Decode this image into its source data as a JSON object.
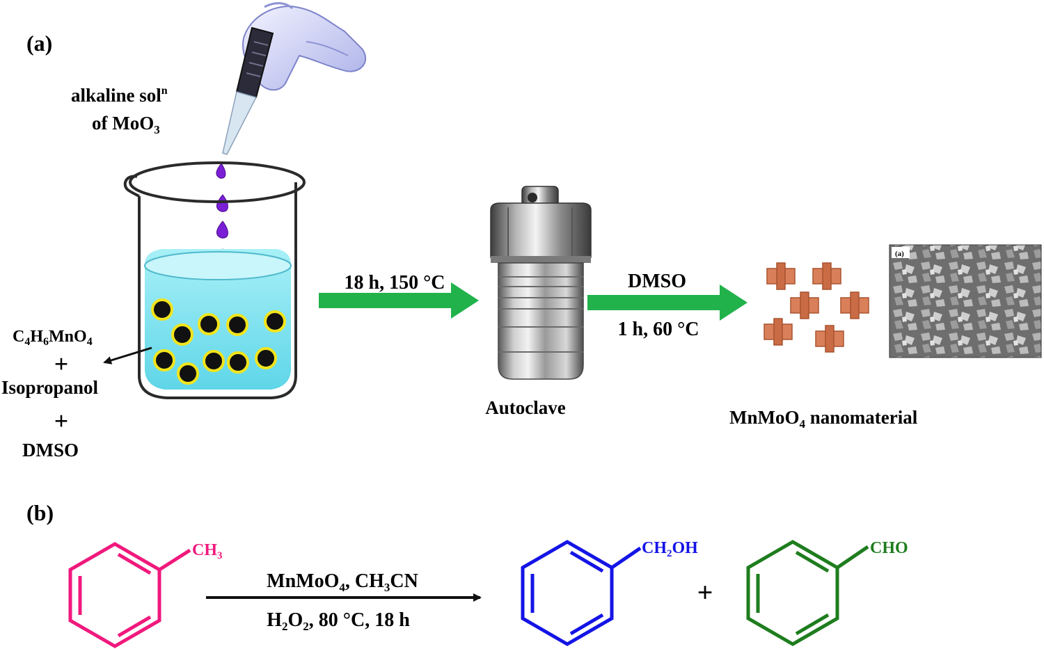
{
  "panel_a": {
    "label": "(a)",
    "solution_line1": "alkaline sol",
    "solution_line1_sup": "n",
    "solution_line2_pre": "of MoO",
    "solution_line2_sub": "3",
    "reagent_1_parts": [
      "C",
      "4",
      "H",
      "6",
      "MnO",
      "4"
    ],
    "plus_1": "+",
    "reagent_2": "Isopropanol",
    "plus_2": "+",
    "reagent_3": "DMSO",
    "step1_condition": "18 h, 150 °C",
    "autoclave_label": "Autoclave",
    "step2_top": "DMSO",
    "step2_bottom": "1 h, 60 °C",
    "product_pre": "MnMoO",
    "product_sub": "4",
    "product_post": " nanomaterial",
    "sem_tag": "(a)"
  },
  "panel_b": {
    "label": "(b)",
    "reactant_group_pre": "CH",
    "reactant_group_sub": "3",
    "top_pre": "MnMoO",
    "top_sub1": "4",
    "top_mid": ", CH",
    "top_sub2": "3",
    "top_post": "CN",
    "bottom_pre": "H",
    "bottom_sub1": "2",
    "bottom_mid": "O",
    "bottom_sub2": "2",
    "bottom_post": ", 80 °C, 18 h",
    "product1_pre": "CH",
    "product1_sub": "2",
    "product1_post": "OH",
    "plus": "+",
    "product2": "CHO"
  },
  "colors": {
    "arrow_green": "#21b24b",
    "reactant_pink": "#f0197d",
    "product1_blue": "#1414e6",
    "product2_green": "#1e7d1e",
    "droplet_purple": "#7a1fd6",
    "crystal_orange": "#d9805a",
    "solution_cyan": "#7ee3ef"
  },
  "icons": [
    "pipette-icon",
    "gloved-hand-icon",
    "beaker-icon",
    "autoclave-icon",
    "crystal-icon",
    "sem-image",
    "benzene-ring-icon"
  ]
}
